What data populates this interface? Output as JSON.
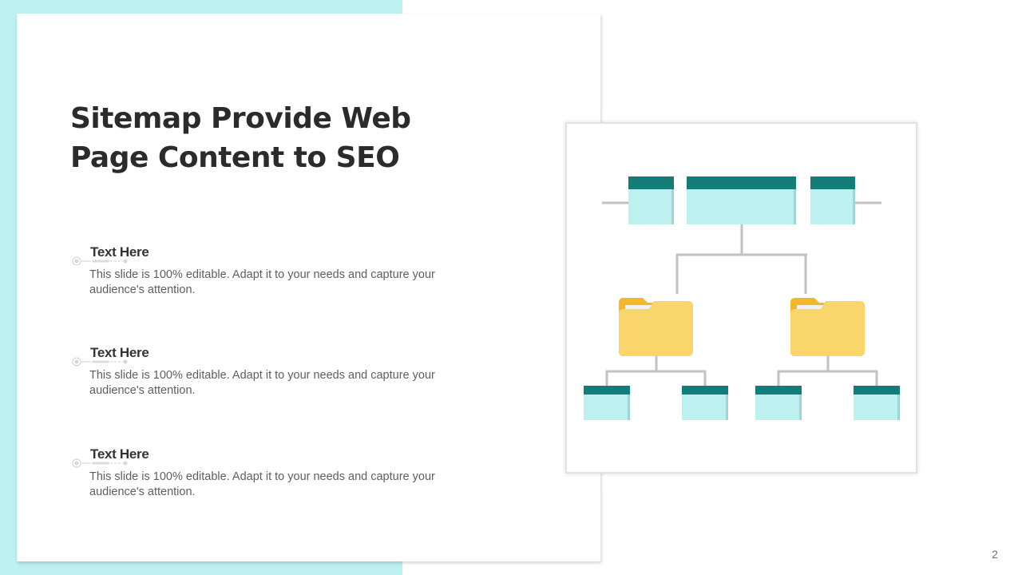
{
  "slide": {
    "title": "Sitemap Provide Web\nPage Content to SEO",
    "page_number": "2"
  },
  "items": [
    {
      "heading": "Text Here",
      "body": "This slide is 100% editable. Adapt it to your  needs and capture your audience's attention."
    },
    {
      "heading": "Text Here",
      "body": "This slide is 100% editable. Adapt it to your  needs and capture your audience's attention."
    },
    {
      "heading": "Text Here",
      "body": "This slide is 100% editable. Adapt it to your  needs and capture your audience's attention."
    }
  ],
  "diagram": {
    "icon": "sitemap-icon",
    "colors": {
      "page_header": "#147d79",
      "page_body": "#bdf1f0",
      "folder": "#fad56b",
      "folder_tab": "#f4b72c",
      "connector": "#c2c2c2"
    }
  },
  "theme": {
    "accent": "#bdf1f0",
    "title_color": "#2b2b2b",
    "body_color": "#5e5e5e"
  }
}
